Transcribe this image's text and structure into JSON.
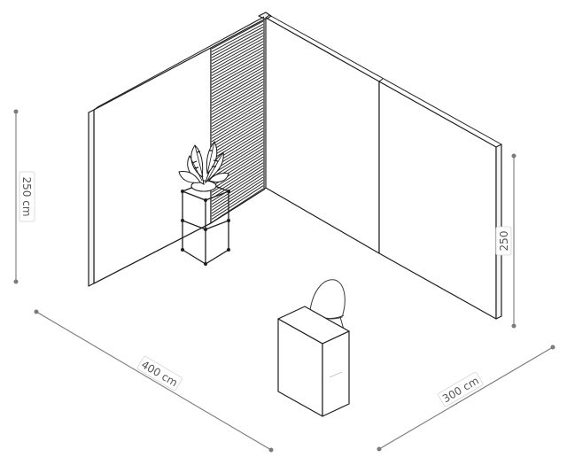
{
  "dimensions": {
    "left_height": "250 cm",
    "right_height": "250",
    "front_width": "400 cm",
    "side_depth": "300 cm"
  },
  "colors": {
    "line": "#1e1e1e",
    "dimension_line": "#7a7a7a",
    "label_text": "#555555"
  }
}
